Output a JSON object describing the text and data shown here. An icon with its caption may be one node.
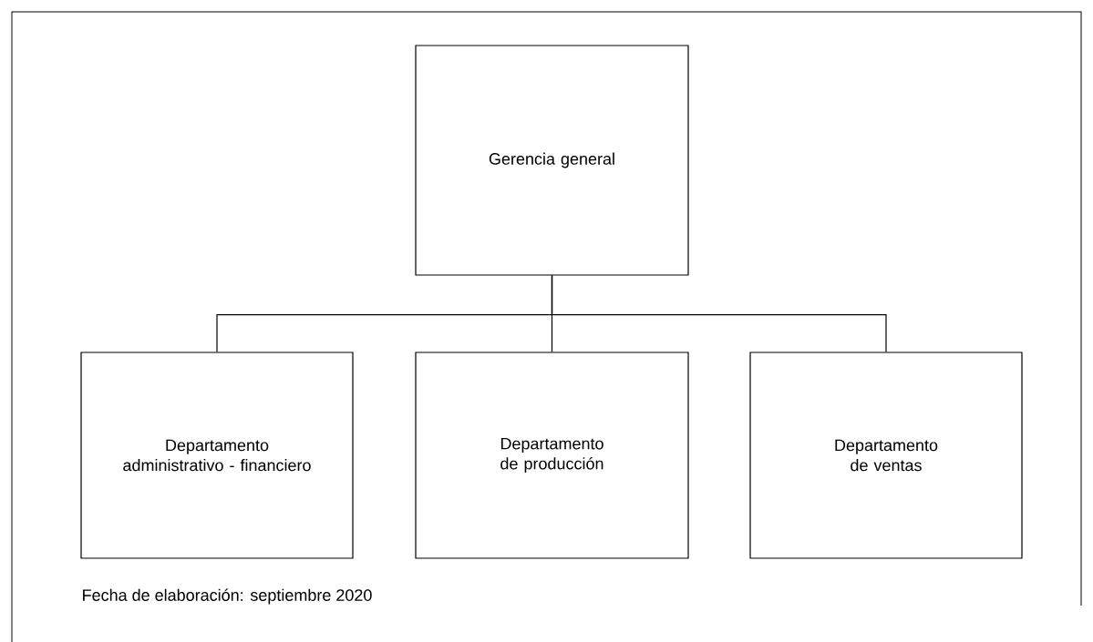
{
  "diagram": {
    "nodes": [
      {
        "text": [
          "Gerencia general"
        ]
      },
      {
        "text": [
          "Departamento administrativo - financiero"
        ]
      },
      {
        "text": [
          "Departamento de producción"
        ]
      },
      {
        "text": [
          "Departamento de ventas"
        ]
      }
    ],
    "edges": [
      {
        "from": 0,
        "to": 1,
        "arrow": "none"
      },
      {
        "from": 0,
        "to": 2,
        "arrow": "none"
      },
      {
        "from": 0,
        "to": 3,
        "arrow": "none"
      }
    ],
    "labels": [
      "Fecha de elaboración: septiembre 2020"
    ]
  }
}
